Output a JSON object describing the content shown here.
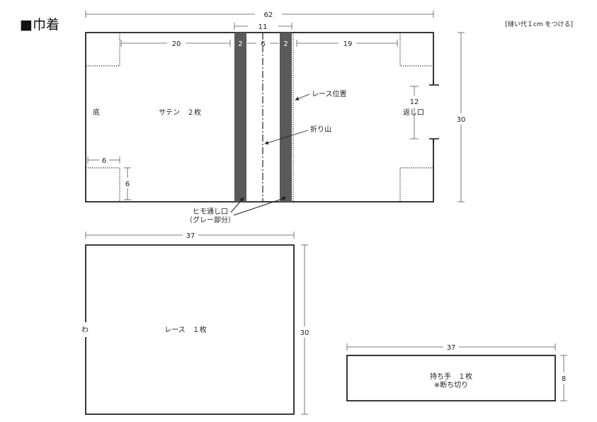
{
  "title": "■巾着",
  "seam_note": "[縫い代１cm をつける]",
  "bag_panel": {
    "label": "サテン　２枚",
    "bottom_label": "底",
    "opening_label": "返し口",
    "lace_position_label": "レース位置",
    "fold_label": "折り山",
    "string_opening_label_1": "ヒモ通し口",
    "string_opening_label_2": "（グレー部分）",
    "dim_width": "62",
    "dim_height": "30",
    "dim_center": "11",
    "dim_left": "20",
    "dim_right": "19",
    "dim_band_left": "2",
    "dim_band_mid": "6",
    "dim_band_right": "2",
    "dim_opening": "12",
    "dim_corner_w": "6",
    "dim_corner_h": "6"
  },
  "lace_panel": {
    "label": "レース　１枚",
    "fold_mark": "わ",
    "dim_width": "37",
    "dim_height": "30"
  },
  "handle_panel": {
    "label_1": "持ち手　１枚",
    "label_2": "※断ち切り",
    "dim_width": "37",
    "dim_height": "8"
  },
  "colors": {
    "line": "#222222",
    "band": "#5a5a5a",
    "dim": "#555555"
  }
}
